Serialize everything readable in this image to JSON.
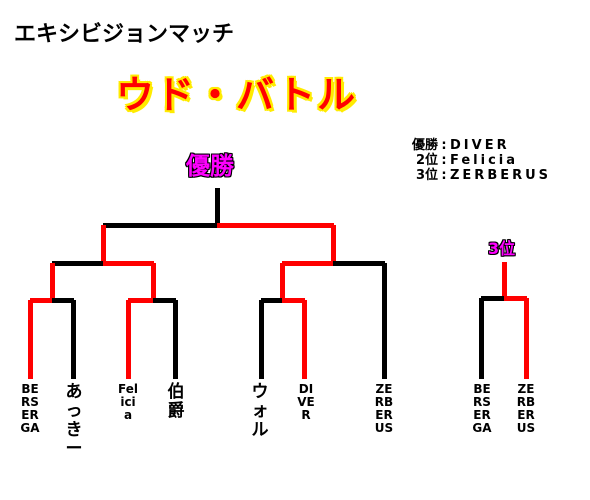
{
  "header": {
    "title": "エキシビジョンマッチ",
    "event_name": "ウド・バトル"
  },
  "results": [
    {
      "rank": "優勝",
      "name": "DIVER"
    },
    {
      "rank": "2位",
      "name": "Felicia"
    },
    {
      "rank": "3位",
      "name": "ZERBERUS"
    }
  ],
  "results_separator": ":",
  "badges": {
    "champion": "優勝",
    "third_place": "3位"
  },
  "main_bracket": {
    "players": [
      "BERSERGA",
      "あっきー",
      "Felicia",
      "伯爵",
      "ウォル",
      "DIVER",
      "ZERBERUS"
    ]
  },
  "third_place_match": {
    "players": [
      "BERSERGA",
      "ZERBERUS"
    ]
  },
  "colors": {
    "winner_path": "#ff0000",
    "loser_path": "#000000",
    "event_name": "#ff0000",
    "event_outline": "#ffeb00",
    "badge": "#ff00ff"
  }
}
